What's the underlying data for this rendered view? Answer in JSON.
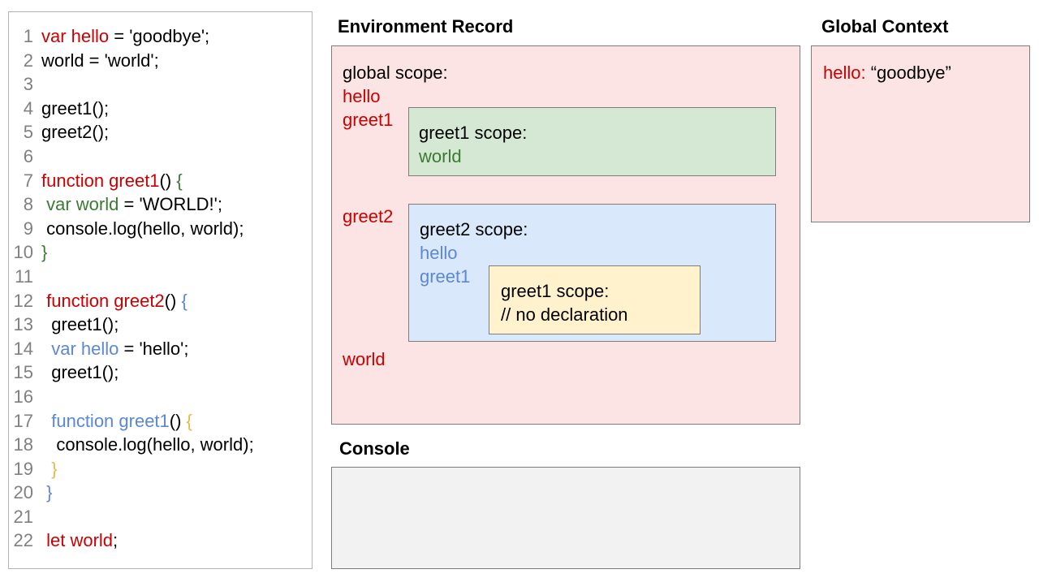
{
  "code_panel": {
    "name": "javascript-source",
    "lines": [
      {
        "num": "1",
        "tokens": [
          {
            "t": "var hello",
            "c": "red"
          },
          {
            "t": " = 'goodbye';",
            "c": "black"
          }
        ]
      },
      {
        "num": "2",
        "tokens": [
          {
            "t": "world = 'world';",
            "c": "black"
          }
        ]
      },
      {
        "num": "3",
        "tokens": [
          {
            "t": "",
            "c": "black"
          }
        ]
      },
      {
        "num": "4",
        "tokens": [
          {
            "t": "greet1();",
            "c": "black"
          }
        ]
      },
      {
        "num": "5",
        "tokens": [
          {
            "t": "greet2();",
            "c": "black"
          }
        ]
      },
      {
        "num": "6",
        "tokens": [
          {
            "t": "",
            "c": "black"
          }
        ]
      },
      {
        "num": "7",
        "tokens": [
          {
            "t": "function greet1",
            "c": "red"
          },
          {
            "t": "() ",
            "c": "black"
          },
          {
            "t": "{",
            "c": "green"
          }
        ]
      },
      {
        "num": "8",
        "tokens": [
          {
            "t": " ",
            "c": "black"
          },
          {
            "t": "var world",
            "c": "green"
          },
          {
            "t": " = 'WORLD!';",
            "c": "black"
          }
        ]
      },
      {
        "num": "9",
        "tokens": [
          {
            "t": " console.log(hello, world);",
            "c": "black"
          }
        ]
      },
      {
        "num": "10",
        "tokens": [
          {
            "t": "}",
            "c": "green"
          }
        ]
      },
      {
        "num": "11",
        "tokens": [
          {
            "t": "",
            "c": "black"
          }
        ]
      },
      {
        "num": "12",
        "tokens": [
          {
            "t": " ",
            "c": "black"
          },
          {
            "t": "function greet2",
            "c": "red"
          },
          {
            "t": "() ",
            "c": "black"
          },
          {
            "t": "{",
            "c": "blue"
          }
        ]
      },
      {
        "num": "13",
        "tokens": [
          {
            "t": "  greet1();",
            "c": "black"
          }
        ]
      },
      {
        "num": "14",
        "tokens": [
          {
            "t": "  ",
            "c": "black"
          },
          {
            "t": "var hello",
            "c": "blue"
          },
          {
            "t": " = 'hello';",
            "c": "black"
          }
        ]
      },
      {
        "num": "15",
        "tokens": [
          {
            "t": "  greet1();",
            "c": "black"
          }
        ]
      },
      {
        "num": "16",
        "tokens": [
          {
            "t": "",
            "c": "black"
          }
        ]
      },
      {
        "num": "17",
        "tokens": [
          {
            "t": "  ",
            "c": "black"
          },
          {
            "t": "function greet1",
            "c": "blue"
          },
          {
            "t": "() ",
            "c": "black"
          },
          {
            "t": "{",
            "c": "tan"
          }
        ]
      },
      {
        "num": "18",
        "tokens": [
          {
            "t": "   console.log(hello, world);",
            "c": "black"
          }
        ]
      },
      {
        "num": "19",
        "tokens": [
          {
            "t": "  ",
            "c": "black"
          },
          {
            "t": "}",
            "c": "tan"
          }
        ]
      },
      {
        "num": "20",
        "tokens": [
          {
            "t": " ",
            "c": "black"
          },
          {
            "t": "}",
            "c": "blue"
          }
        ]
      },
      {
        "num": "21",
        "tokens": [
          {
            "t": "",
            "c": "black"
          }
        ]
      },
      {
        "num": "22",
        "tokens": [
          {
            "t": " ",
            "c": "black"
          },
          {
            "t": "let world",
            "c": "red"
          },
          {
            "t": ";",
            "c": "black"
          }
        ]
      }
    ]
  },
  "environment_record": {
    "title": "Environment Record",
    "global_scope": {
      "heading": "global scope:",
      "bindings": [
        "hello",
        "greet1",
        "greet2",
        "world"
      ]
    },
    "greet1_scope": {
      "heading": "greet1 scope:",
      "bindings": [
        "world"
      ]
    },
    "greet2_scope": {
      "heading": "greet2 scope:",
      "bindings": [
        "hello",
        "greet1"
      ]
    },
    "inner_greet1_scope": {
      "heading": "greet1 scope:",
      "note": "// no declaration"
    }
  },
  "console": {
    "title": "Console",
    "output": ""
  },
  "global_context": {
    "title": "Global Context",
    "entries": [
      {
        "key": "hello:",
        "value": "“goodbye”"
      }
    ]
  },
  "colors": {
    "red": "#cc0000",
    "green": "#3b7a33",
    "blue": "#5b87d6",
    "tan": "#e8b94b",
    "black": "#000000",
    "line_number": "#808080",
    "panel_pink": "#fce4e4",
    "box_green": "#d5e8d4",
    "box_blue": "#dae8fc",
    "box_yellow": "#fff2cc",
    "console_gray": "#f2f2f2",
    "border_gray": "#7d7d7d"
  }
}
